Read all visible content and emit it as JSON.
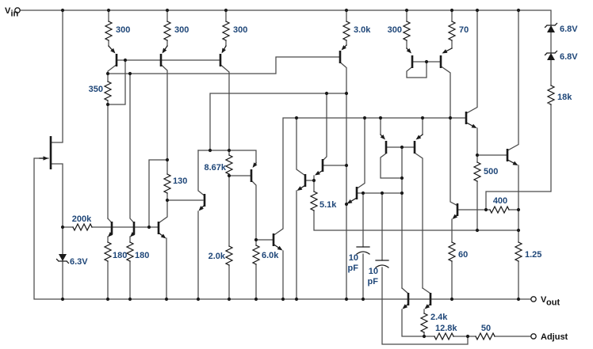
{
  "diagram_type": "circuit-schematic",
  "colors": {
    "background": "#ffffff",
    "wire": "#4a4a4a",
    "label": "#1e4678",
    "terminal_text": "#111111"
  },
  "terminals": {
    "vin_main": "V",
    "vin_sub": "in",
    "vout_main": "V",
    "vout_sub": "out",
    "adjust": "Adjust"
  },
  "labels": {
    "r300a": "300",
    "r300b": "300",
    "r300c": "300",
    "r3k": "3.0k",
    "r300d": "300",
    "r70": "70",
    "z68a": "6.8V",
    "z68b": "6.8V",
    "r18k": "18k",
    "r350": "350",
    "r200k": "200k",
    "z63": "6.3V",
    "r180a": "180",
    "r180b": "180",
    "r130": "130",
    "r867k": "8.67k",
    "r2k": "2.0k",
    "r6k": "6.0k",
    "r51k": "5.1k",
    "r500": "500",
    "r400": "400",
    "r60": "60",
    "r125": "1.25",
    "c1_value": "10",
    "c1_unit": "pF",
    "c2_value": "10",
    "c2_unit": "pF",
    "r24k": "2.4k",
    "r128k": "12.8k",
    "r50": "50"
  }
}
